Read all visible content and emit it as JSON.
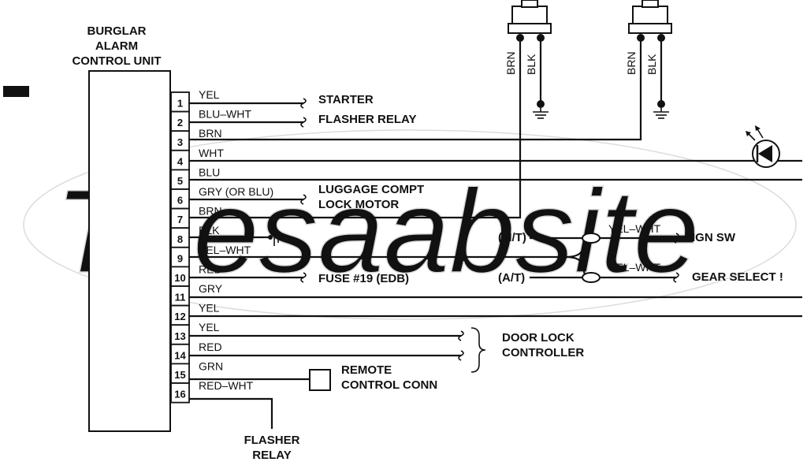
{
  "control_unit": {
    "title_lines": [
      "BURGLAR",
      "ALARM",
      "CONTROL UNIT"
    ]
  },
  "pins": [
    {
      "num": "1",
      "wire": "YEL"
    },
    {
      "num": "2",
      "wire": "BLU–WHT"
    },
    {
      "num": "3",
      "wire": "BRN"
    },
    {
      "num": "4",
      "wire": "WHT"
    },
    {
      "num": "5",
      "wire": "BLU"
    },
    {
      "num": "6",
      "wire": "GRY (OR BLU)"
    },
    {
      "num": "7",
      "wire": "BRN"
    },
    {
      "num": "8",
      "wire": "BLK"
    },
    {
      "num": "9",
      "wire": "YEL–WHT"
    },
    {
      "num": "10",
      "wire": "RED"
    },
    {
      "num": "11",
      "wire": "GRY"
    },
    {
      "num": "12",
      "wire": "YEL"
    },
    {
      "num": "13",
      "wire": "YEL"
    },
    {
      "num": "14",
      "wire": "RED"
    },
    {
      "num": "15",
      "wire": "GRN"
    },
    {
      "num": "16",
      "wire": "RED–WHT"
    }
  ],
  "destinations": {
    "starter": "STARTER",
    "flasher_relay": "FLASHER RELAY",
    "luggage_line1": "LUGGAGE COMPT",
    "luggage_line2": "LOCK MOTOR",
    "fuse": "FUSE #19 (EDB)",
    "door_lock_line1": "DOOR LOCK",
    "door_lock_line2": "CONTROLLER",
    "remote_line1": "REMOTE",
    "remote_line2": "CONTROL CONN",
    "flasher_bottom_line1": "FLASHER",
    "flasher_bottom_line2": "RELAY",
    "ign_sw": "IGN SW",
    "gear_select": "GEAR SELECT !"
  },
  "transmission": {
    "mt": "(M/T)",
    "at": "(A/T)",
    "mt_wire": "YEL–WHT",
    "at_wire": "YEL–WHT"
  },
  "switches": [
    {
      "wire_a": "BRN",
      "wire_b": "BLK"
    },
    {
      "wire_a": "BRN",
      "wire_b": "BLK"
    }
  ],
  "watermark": "Thesaabsite"
}
